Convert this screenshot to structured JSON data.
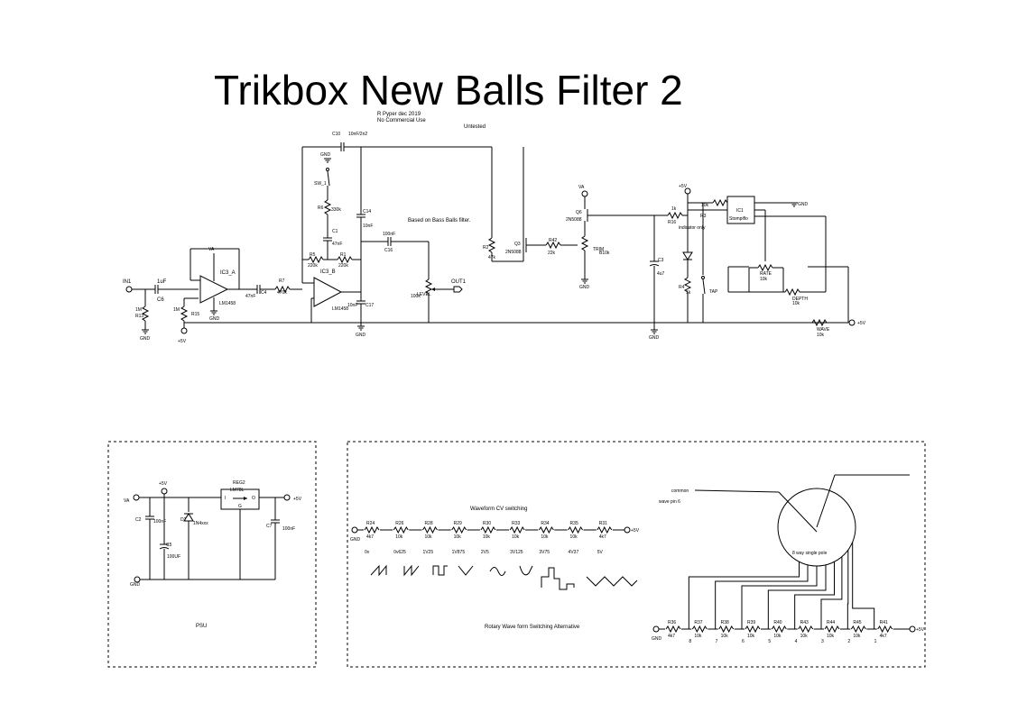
{
  "sheet": {
    "title": "Trikbox New Balls Filter 2",
    "author": "R Pyper dec 2019",
    "license": "No Commercial Use",
    "status": "Untested",
    "based_on": "Based on Bass Balls filter.",
    "indicator": "indicator only"
  },
  "main": {
    "in1": "IN1",
    "out1": "OUT1",
    "c6_name": "C6",
    "c6_val": "1uF",
    "r13_name": "R13",
    "r13_val": "1M",
    "r15_name": "R15",
    "r15_val": "1M",
    "gnd": "GND",
    "p5v": "+5V",
    "va": "VA",
    "ic3a": "IC3_A",
    "ic3b": "IC3_B",
    "lm1458": "LM1458",
    "c4": "C4",
    "c4_val": "47nF",
    "r7": "R7",
    "r7_val": "470k",
    "r5": "R5",
    "r5_val": "220k",
    "r1": "R1",
    "r1_val": "220k",
    "r6": "R6",
    "r6_val": "330k",
    "c1": "C1",
    "c1_val": "47nF",
    "c10": "C10",
    "c10_val": "10nF/2n2",
    "c14": "C14",
    "c14_val": "10nF",
    "c16": "C16",
    "c16_val": "100nF",
    "c17": "C17",
    "c17_val": "10nF",
    "sw1": "SW_1",
    "level": "LEVEL",
    "level_val": "100k",
    "r2": "R2",
    "r2_val": "47k",
    "q3": "Q3",
    "q3_val": "2N5088",
    "q6": "Q6",
    "q6_val": "2N5088",
    "r42": "R42",
    "r42_val": "22k",
    "trim": "TRIM",
    "trim_val": "B10k",
    "r16": "R16",
    "r16_val": "1k",
    "r3": "R3",
    "r3_val": "10k",
    "ic1": "IC1",
    "ic1_val": "Stompiflo",
    "c3": "C3",
    "c3_val": "4u7",
    "r4": "R4",
    "r4_val": "1k",
    "tap": "TAP",
    "rate": "RATE",
    "rate_val": "10k",
    "depth": "DEPTH",
    "depth_val": "10k",
    "wave": "WAVE",
    "wave_val": "10k"
  },
  "psu": {
    "label": "PSU",
    "reg2": "REG2",
    "lm78l": "LM78L",
    "pin_i": "I",
    "pin_o": "O",
    "pin_g": "G",
    "c2": "C2",
    "c2_val": "100nF",
    "d1": "D1",
    "d1_val": "1N4xxx",
    "c5": "C5",
    "c5_val": "100UF",
    "c7": "C7",
    "c7_val": "100nF",
    "va": "VA",
    "p5v": "+5V",
    "gnd": "GND"
  },
  "waveform": {
    "cv_title": "Waveform CV switching",
    "rotary_title": "Rotary Wave form Switching Alternative",
    "gnd": "GND",
    "p5v": "+5V",
    "common": "common",
    "wave_pin": "wave pin 6",
    "switch_label": "8 way single pole",
    "cv_resistors": [
      {
        "name": "R24",
        "val": "4k7"
      },
      {
        "name": "R26",
        "val": "10k"
      },
      {
        "name": "R28",
        "val": "10k"
      },
      {
        "name": "R29",
        "val": "10k"
      },
      {
        "name": "R30",
        "val": "10k"
      },
      {
        "name": "R33",
        "val": "10k"
      },
      {
        "name": "R34",
        "val": "10k"
      },
      {
        "name": "R35",
        "val": "10k"
      },
      {
        "name": "R31",
        "val": "4k7"
      }
    ],
    "voltages": [
      "0v",
      "0v625",
      "1V25",
      "1V875",
      "2V5",
      "3V125",
      "3V75",
      "4V37",
      "5V"
    ],
    "rotary_resistors": [
      {
        "name": "R36",
        "val": "4k7"
      },
      {
        "name": "R37",
        "val": "10k"
      },
      {
        "name": "R38",
        "val": "10k"
      },
      {
        "name": "R39",
        "val": "10k"
      },
      {
        "name": "R40",
        "val": "10k"
      },
      {
        "name": "R43",
        "val": "10k"
      },
      {
        "name": "R44",
        "val": "10k"
      },
      {
        "name": "R45",
        "val": "10k"
      },
      {
        "name": "R41",
        "val": "4k7"
      }
    ],
    "positions": [
      "8",
      "7",
      "6",
      "5",
      "4",
      "3",
      "2",
      "1"
    ]
  }
}
